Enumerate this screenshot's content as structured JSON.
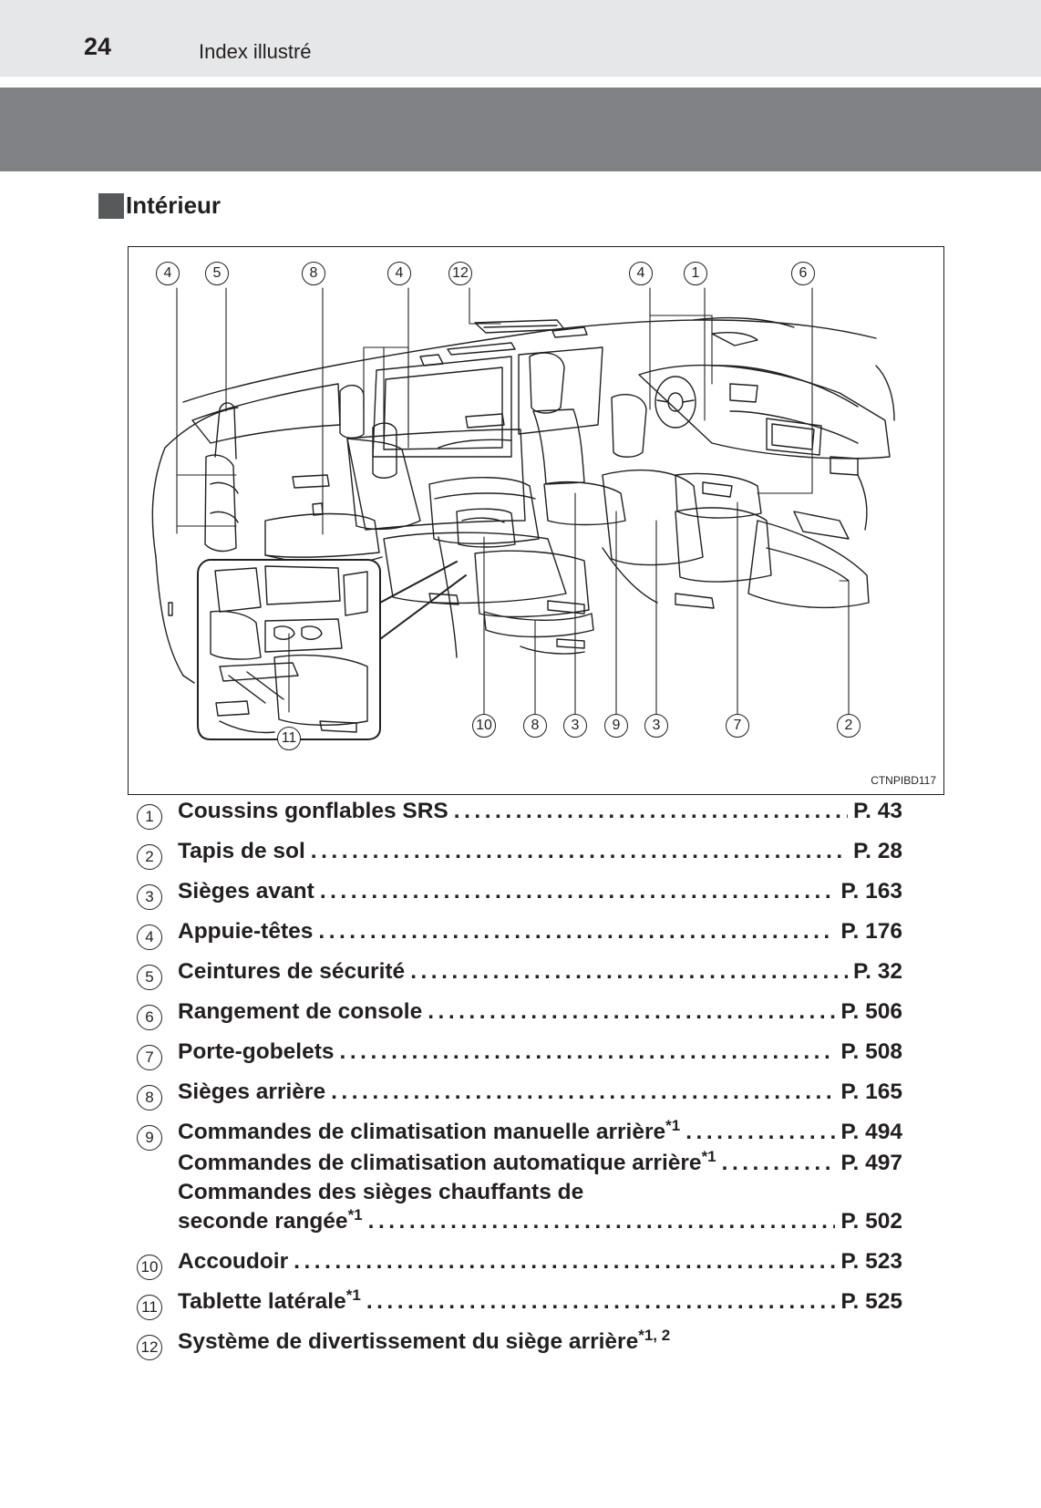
{
  "header": {
    "page_number": "24",
    "running_title": "Index illustré"
  },
  "section": {
    "title": "Intérieur"
  },
  "figure": {
    "code": "CTNPIBD117",
    "callouts_top": [
      "4",
      "5",
      "8",
      "4",
      "12",
      "4",
      "1",
      "6"
    ],
    "callouts_bottom": [
      "10",
      "8",
      "3",
      "9",
      "3",
      "7",
      "2"
    ],
    "callout_inset": "11"
  },
  "entries": [
    {
      "num": "1",
      "label": "Coussins gonflables SRS",
      "sup": "",
      "page": "P. 43"
    },
    {
      "num": "2",
      "label": "Tapis de sol",
      "sup": "",
      "page": "P. 28"
    },
    {
      "num": "3",
      "label": "Sièges avant",
      "sup": "",
      "page": "P. 163"
    },
    {
      "num": "4",
      "label": "Appuie-têtes",
      "sup": "",
      "page": "P. 176"
    },
    {
      "num": "5",
      "label": "Ceintures de sécurité",
      "sup": "",
      "page": "P. 32"
    },
    {
      "num": "6",
      "label": "Rangement de console",
      "sup": "",
      "page": "P. 506"
    },
    {
      "num": "7",
      "label": "Porte-gobelets",
      "sup": "",
      "page": "P. 508"
    },
    {
      "num": "8",
      "label": "Sièges arrière",
      "sup": "",
      "page": "P. 165"
    },
    {
      "num": "9",
      "label": "Commandes de climatisation manuelle arrière",
      "sup": "*1",
      "page": "P. 494"
    },
    {
      "num": "",
      "label": "Commandes de climatisation automatique arrière",
      "sup": "*1",
      "page": "P. 497"
    },
    {
      "num": "",
      "label": "Commandes des sièges chauffants de",
      "sup": "",
      "page": ""
    },
    {
      "num": "",
      "label": "seconde rangée",
      "sup": "*1",
      "page": "P. 502"
    },
    {
      "num": "10",
      "label": "Accoudoir",
      "sup": "",
      "page": "P. 523"
    },
    {
      "num": "11",
      "label": "Tablette latérale",
      "sup": "*1",
      "page": "P. 525"
    },
    {
      "num": "12",
      "label": "Système de divertissement du siège arrière",
      "sup": "*1, 2",
      "page": ""
    }
  ]
}
